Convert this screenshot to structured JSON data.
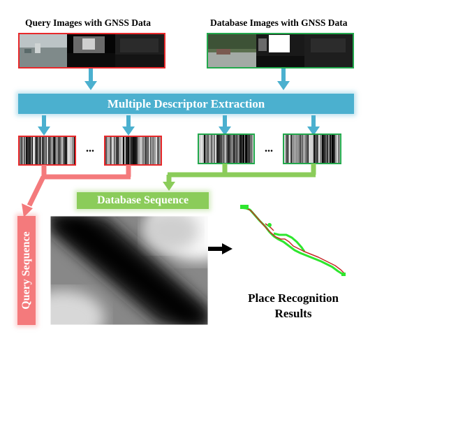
{
  "query_title": "Query Images with GNSS Data",
  "database_title": "Database Images with GNSS Data",
  "extraction_label": "Multiple Descriptor Extraction",
  "ellipsis": "...",
  "database_sequence_label": "Database Sequence",
  "query_sequence_label": "Query Sequence",
  "results_label_line1": "Place Recognition",
  "results_label_line2": "Results",
  "colors": {
    "query": "#e8292b",
    "database": "#22a84c",
    "extraction": "#4bb0cf",
    "database_sequence": "#8bcc5a",
    "query_sequence": "#f47a7c",
    "arrow_cyan": "#4bb0cf",
    "arrow_pink": "#f47a7c",
    "arrow_green": "#8bcc5a"
  }
}
